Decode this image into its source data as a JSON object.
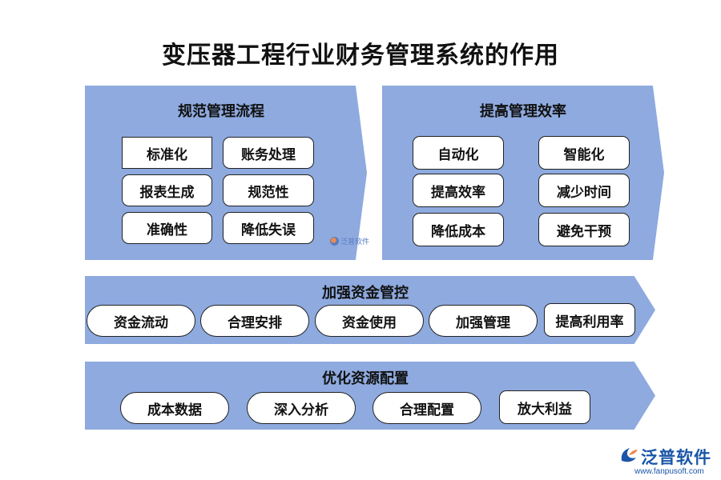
{
  "title": "变压器工程行业财务管理系统的作用",
  "panels": {
    "standardize": {
      "title": "规范管理流程",
      "items": [
        "标准化",
        "账务处理",
        "报表生成",
        "规范性",
        "准确性",
        "降低失误"
      ]
    },
    "efficiency": {
      "title": "提高管理效率",
      "items": [
        "自动化",
        "智能化",
        "提高效率",
        "减少时间",
        "降低成本",
        "避免干预"
      ]
    },
    "funds": {
      "title": "加强资金管控",
      "items": [
        "资金流动",
        "合理安排",
        "资金使用",
        "加强管理",
        "提高利用率"
      ]
    },
    "resources": {
      "title": "优化资源配置",
      "items": [
        "成本数据",
        "深入分析",
        "合理配置",
        "放大利益"
      ]
    }
  },
  "watermark": {
    "small": "泛普软件"
  },
  "logo": {
    "name": "泛普软件",
    "url": "www.fanpusoft.com"
  },
  "colors": {
    "panel": "#8eaadf",
    "box_border": "#222222",
    "logo": "#1a56a8",
    "logo_accent": "#f08a4b"
  }
}
